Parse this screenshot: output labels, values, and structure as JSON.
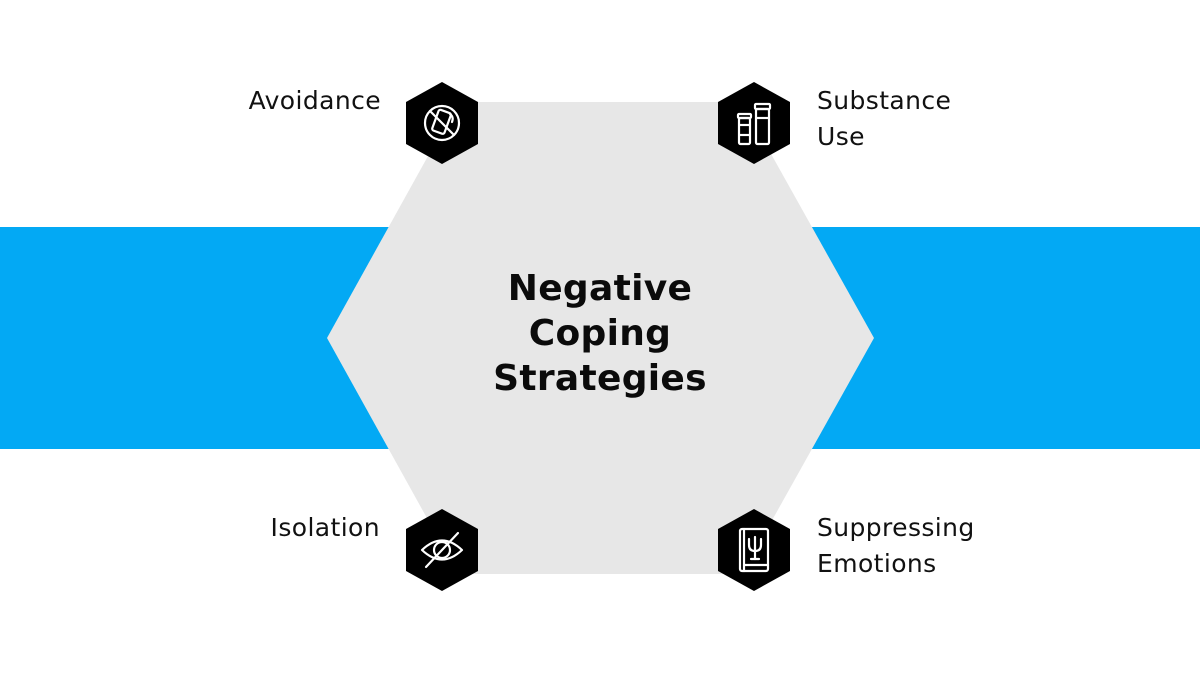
{
  "colors": {
    "background": "#ffffff",
    "band": "#03a9f4",
    "center_hexagon": "#e7e7e7",
    "node_hexagon": "#000000",
    "node_icon": "#ffffff",
    "text": "#111111"
  },
  "center": {
    "title_lines": [
      "Negative",
      "Coping",
      "Strategies"
    ]
  },
  "nodes": [
    {
      "id": "avoidance",
      "label_lines": [
        "Avoidance"
      ],
      "icon": "no-phone-icon"
    },
    {
      "id": "substance-use",
      "label_lines": [
        "Substance",
        "Use"
      ],
      "icon": "pill-bottles-icon"
    },
    {
      "id": "isolation",
      "label_lines": [
        "Isolation"
      ],
      "icon": "eye-slash-icon"
    },
    {
      "id": "suppressing-emotions",
      "label_lines": [
        "Suppressing",
        "Emotions"
      ],
      "icon": "psychology-book-icon"
    }
  ]
}
